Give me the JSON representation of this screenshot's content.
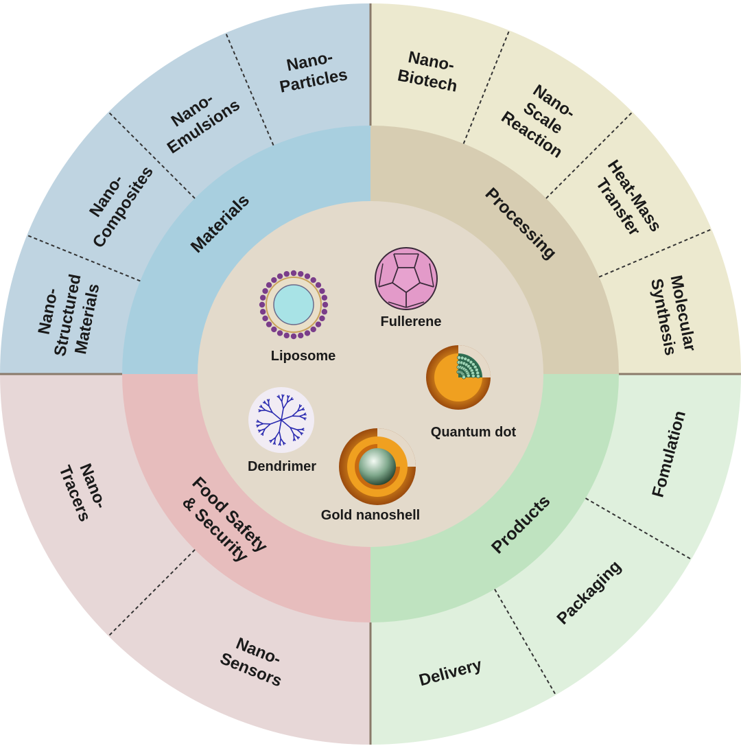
{
  "colors": {
    "materials": "#a8cfdf",
    "materials_outer": "#bfd4e1",
    "processing": "#d7cdb2",
    "processing_outer": "#ece9cf",
    "products": "#bfe3c0",
    "products_outer": "#dff0dd",
    "safety": "#e7bdbd",
    "safety_outer": "#e7d7d7",
    "center": "#e3dacb",
    "divider": "#8a7a6a"
  },
  "quadrants": [
    {
      "key": "materials",
      "name": "Materials",
      "segments": [
        [
          "Nano-",
          "Structured",
          "Materials"
        ],
        [
          "Nano-",
          "Composites"
        ],
        [
          "Nano-",
          "Emulsions"
        ],
        [
          "Nano-",
          "Particles"
        ]
      ]
    },
    {
      "key": "processing",
      "name": "Processing",
      "segments": [
        [
          "Nano-",
          "Biotech"
        ],
        [
          "Nano-",
          "Scale",
          "Reaction"
        ],
        [
          "Heat-Mass",
          "Transfer"
        ],
        [
          "Molecular",
          "Synthesis"
        ]
      ]
    },
    {
      "key": "products",
      "name": "Products",
      "segments": [
        [
          "Fomulation"
        ],
        [
          "Packaging"
        ],
        [
          "Delivery"
        ]
      ]
    },
    {
      "key": "safety",
      "name_lines": [
        "Food Safety",
        "& Security"
      ],
      "segments": [
        [
          "Nano-",
          "Sensors"
        ],
        [
          "Nano-",
          "Tracers"
        ]
      ]
    }
  ],
  "center_items": {
    "liposome": "Liposome",
    "fullerene": "Fullerene",
    "quantum_dot": "Quantum dot",
    "dendrimer": "Dendrimer",
    "gold_nanoshell": "Gold nanoshell"
  }
}
